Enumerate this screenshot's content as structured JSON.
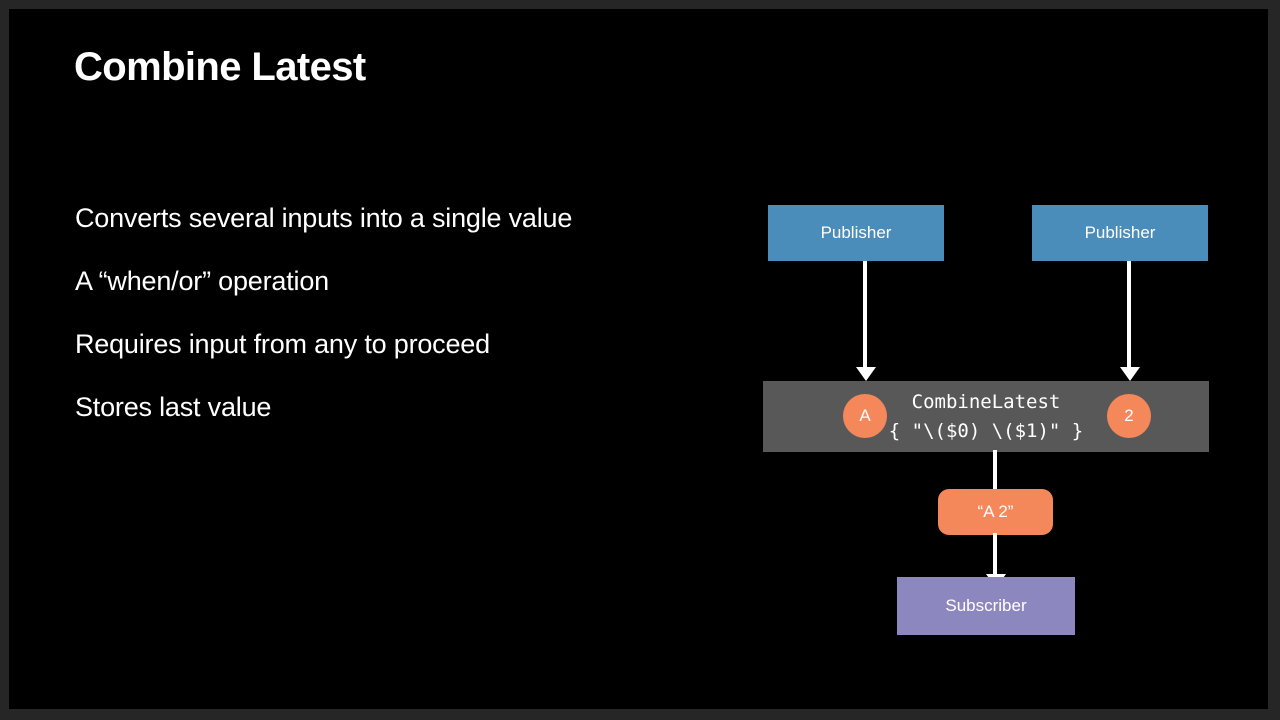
{
  "slide": {
    "title": "Combine Latest",
    "background_color": "#000000",
    "frame_color": "#262626",
    "text_color": "#ffffff"
  },
  "bullets": [
    {
      "text": "Converts several inputs into a single value"
    },
    {
      "text": "A “when/or” operation"
    },
    {
      "text": "Requires input from any to proceed"
    },
    {
      "text": "Stores last value"
    }
  ],
  "diagram": {
    "publisher_left": {
      "label": "Publisher",
      "color": "#4a8cba"
    },
    "publisher_right": {
      "label": "Publisher",
      "color": "#4a8cba"
    },
    "operator": {
      "name": "CombineLatest",
      "closure": "{ \"\\($0) \\($1)\" }",
      "color": "#585858",
      "input_left_token": "A",
      "input_right_token": "2",
      "token_color": "#f5885a"
    },
    "output_value": {
      "label": "“A 2”",
      "color": "#f5885a"
    },
    "subscriber": {
      "label": "Subscriber",
      "color": "#8d87c0"
    }
  }
}
